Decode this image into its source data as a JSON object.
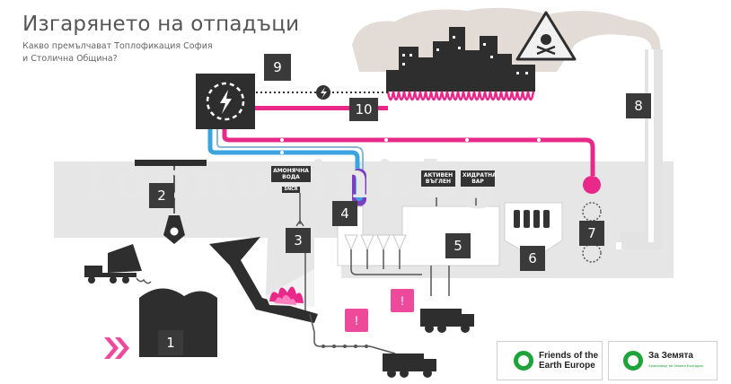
{
  "header": {
    "title": "Изгарянето на отпадъци",
    "subtitle_line1": "Какво премълчават Топлофикация София",
    "subtitle_line2": "и Столична Община?"
  },
  "watermark": "topnovini.bg",
  "stages": [
    "1",
    "2",
    "3",
    "4",
    "5",
    "6",
    "7",
    "8",
    "9",
    "10"
  ],
  "labels": {
    "ammonia": "АМОНЯЧНА ВОДА",
    "sncr": "SNCR",
    "carbon": "АКТИВЕН ВЪГЛЕН",
    "lime": "ХИДРАТНА ВАР"
  },
  "alerts": [
    "!",
    "!"
  ],
  "logos": {
    "foe": "Friends of the Earth Europe",
    "zz_name": "За Земята",
    "zz_tag": "Хранилище на Земята България"
  },
  "colors": {
    "pink": "#e8298a",
    "blue": "#3aa3e0",
    "dark": "#333333",
    "gray": "#dcdcdc",
    "green": "#1ea33a"
  }
}
